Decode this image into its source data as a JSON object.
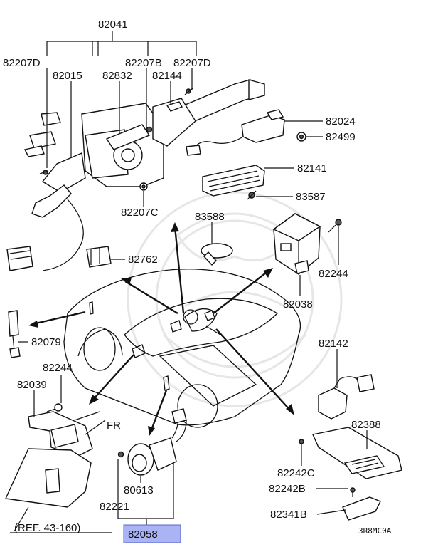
{
  "diagram_code": "3R8MC0A",
  "reference_note": "(REF. 43-160)",
  "fr_mark": "FR",
  "highlighted_part": "82058",
  "labels": {
    "p82041": "82041",
    "p82207D_a": "82207D",
    "p82207B": "82207B",
    "p82207D_b": "82207D",
    "p82015": "82015",
    "p82832": "82832",
    "p82144": "82144",
    "p82024": "82024",
    "p82499": "82499",
    "p82141": "82141",
    "p83587": "83587",
    "p82207C": "82207C",
    "p83588": "83588",
    "p82244_a": "82244",
    "p82762": "82762",
    "p82038": "82038",
    "p82079": "82079",
    "p82142": "82142",
    "p82244_b": "82244",
    "p82039": "82039",
    "p82388": "82388",
    "p80613": "80613",
    "p82242C": "82242C",
    "p82242B": "82242B",
    "p82221": "82221",
    "p82341B": "82341B",
    "p82058": "82058"
  }
}
